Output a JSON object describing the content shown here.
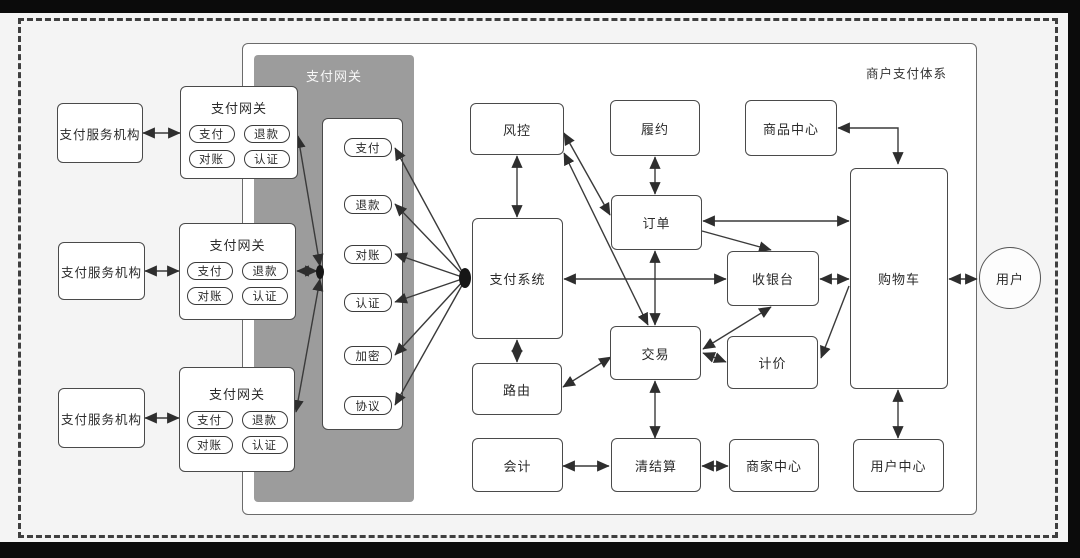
{
  "colors": {
    "background": "#f4f4f4",
    "frame_black": "#0b0b0b",
    "dashed_border": "#3f3f3f",
    "gateway_panel_gray": "#9c9c9c",
    "box_border": "#4a4a4a",
    "connector_line": "#3a3a3a",
    "panel_title_text": "#f7f7f7"
  },
  "left_column": {
    "rows": [
      {
        "org_label": "支付服务机构",
        "gateway_title": "支付网关",
        "services": [
          "支付",
          "退款",
          "对账",
          "认证"
        ]
      },
      {
        "org_label": "支付服务机构",
        "gateway_title": "支付网关",
        "services": [
          "支付",
          "退款",
          "对账",
          "认证"
        ]
      },
      {
        "org_label": "支付服务机构",
        "gateway_title": "支付网关",
        "services": [
          "支付",
          "退款",
          "对账",
          "认证"
        ]
      }
    ]
  },
  "gateway_panel": {
    "title": "支付网关",
    "services": [
      "支付",
      "退款",
      "对账",
      "认证",
      "加密",
      "协议"
    ]
  },
  "merchant_panel": {
    "title": "商户支付体系",
    "nodes": {
      "risk_control": "风控",
      "fulfillment": "履约",
      "product_center": "商品中心",
      "order": "订单",
      "payment_system": "支付系统",
      "cashier": "收银台",
      "shopping_cart": "购物车",
      "routing": "路由",
      "transaction": "交易",
      "pricing": "计价",
      "accounting": "会计",
      "clearing_settlement": "清结算",
      "merchant_center": "商家中心",
      "user_center": "用户中心"
    }
  },
  "external": {
    "user": "用户"
  }
}
